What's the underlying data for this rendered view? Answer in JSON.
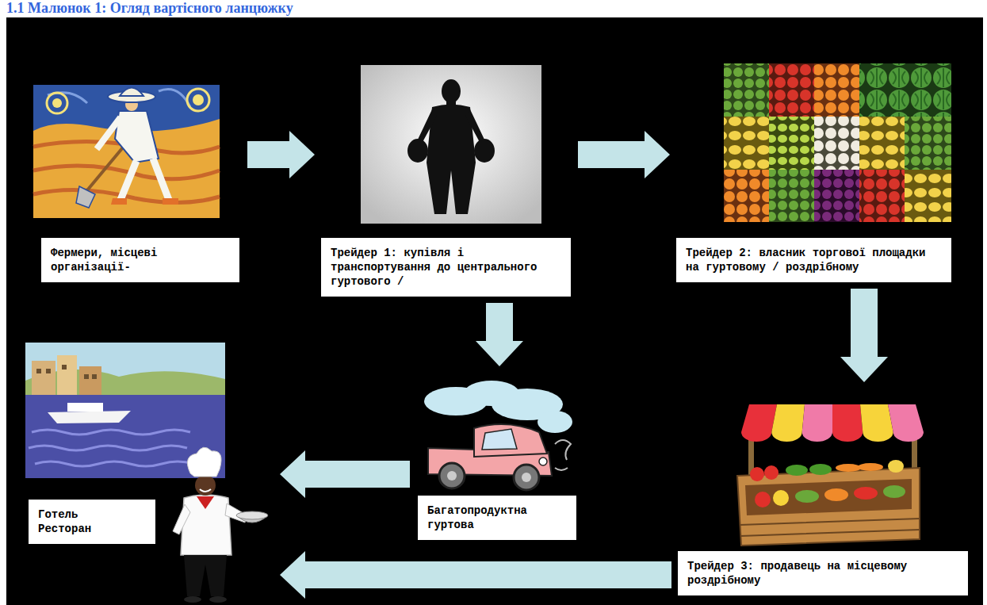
{
  "diagram": {
    "title": "1.1 Малюнок 1: Огляд вартісного ланцюжку",
    "nodes": [
      {
        "text": [
          "Фермери, місцеві організації-"
        ]
      },
      {
        "text": [
          "Трейдер 1: купівля і транспортування до центрального гуртового /"
        ]
      },
      {
        "text": [
          "Трейдер 2: власник торгової площадки на гуртовому / роздрібному"
        ]
      },
      {
        "text": [
          "Готель Ресторан"
        ]
      },
      {
        "text": [
          "Багатопродуктна гуртова"
        ]
      },
      {
        "text": [
          "Трейдер 3: продавець на місцевому роздрібному"
        ]
      }
    ],
    "edges": [
      {
        "from": 0,
        "to": 1,
        "arrow": "to"
      },
      {
        "from": 1,
        "to": 2,
        "arrow": "to"
      },
      {
        "from": 1,
        "to": 4,
        "arrow": "to"
      },
      {
        "from": 2,
        "to": 5,
        "arrow": "to"
      },
      {
        "from": 4,
        "to": 3,
        "arrow": "to"
      },
      {
        "from": 5,
        "to": 3,
        "arrow": "to"
      }
    ]
  }
}
